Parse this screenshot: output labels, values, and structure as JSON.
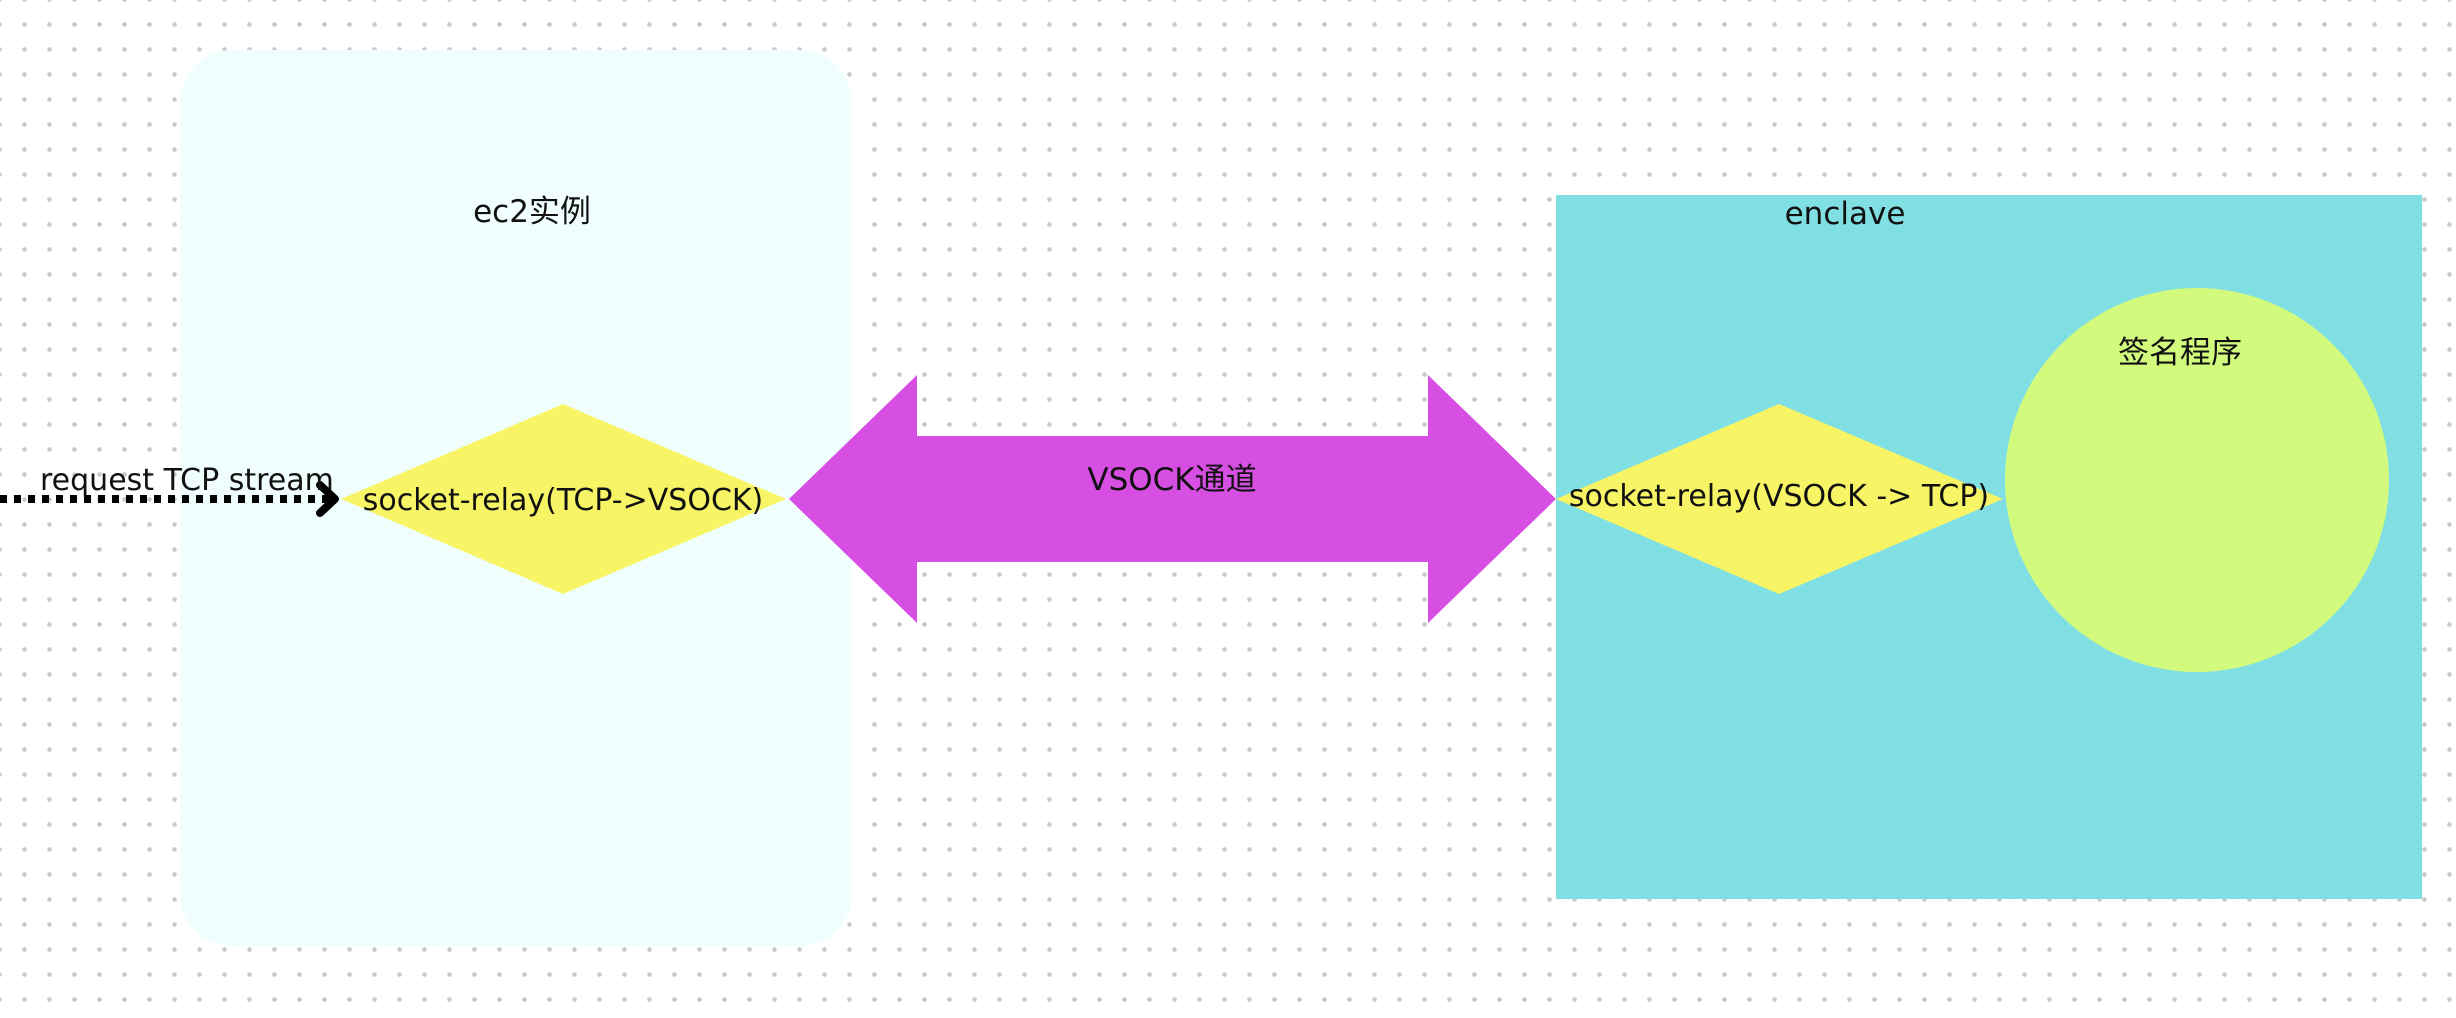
{
  "diagram": {
    "ec2": {
      "label": "ec2实例",
      "fill": "#f0fffe"
    },
    "enclave": {
      "label": "enclave",
      "fill": "#80dfe3"
    },
    "relay_tcp_to_vsock": {
      "label": "socket-relay(TCP->VSOCK)",
      "fill": "#f7f566"
    },
    "relay_vsock_to_tcp": {
      "label": "socket-relay(VSOCK -> TCP)",
      "fill": "#f7f566"
    },
    "vsock_channel": {
      "label": "VSOCK通道",
      "fill": "#d74ee3"
    },
    "signing_program": {
      "label": "签名程序",
      "fill": "#d2fb7e"
    },
    "request_edge": {
      "label": "request TCP stream",
      "color": "#000000"
    }
  }
}
